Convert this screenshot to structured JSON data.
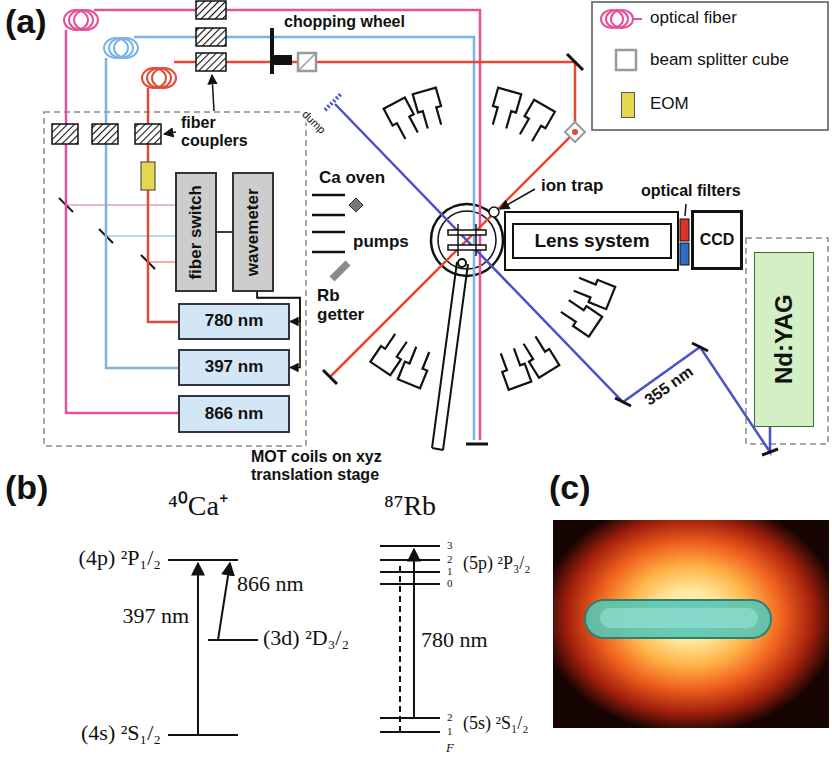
{
  "diagram": {
    "nodes": [
      {
        "text": [
          "fiber switch"
        ]
      },
      {
        "text": [
          "wavemeter"
        ]
      },
      {
        "text": [
          "780 nm"
        ]
      },
      {
        "text": [
          "397 nm"
        ]
      },
      {
        "text": [
          "866 nm"
        ]
      },
      {
        "text": [
          "Lens system"
        ]
      },
      {
        "text": [
          "CCD"
        ]
      },
      {
        "text": [
          "Nd:YAG"
        ]
      }
    ],
    "edges": [
      {
        "from": 0,
        "to": 1,
        "arrow": "none"
      },
      {
        "from": 1,
        "to": 2,
        "arrow": "to"
      },
      {
        "from": 1,
        "to": 3,
        "arrow": "to"
      }
    ],
    "labels": [
      "(a)",
      "chopping wheel",
      "fiber couplers",
      "dump",
      "Ca oven",
      "ion trap",
      "pumps",
      "Rb getter",
      "MOT coils on xyz translation stage",
      "optical filters",
      "355 nm",
      "(b)",
      "⁴⁰Ca⁺",
      "(4p) ²P₁/₂",
      "397 nm",
      "866 nm",
      "(3d) ²D₃/₂",
      "(4s) ²S₁/₂",
      "⁸⁷Rb",
      "3",
      "2",
      "1",
      "0",
      "(5p) ²P₃/₂",
      "780 nm",
      "2",
      "1",
      "(5s) ²S₁/₂",
      "F",
      "(c)"
    ],
    "legend": [
      {
        "text": "optical fiber"
      },
      {
        "text": "beam splitter cube"
      },
      {
        "text": "EOM",
        "color": "#e6d84e"
      }
    ]
  }
}
